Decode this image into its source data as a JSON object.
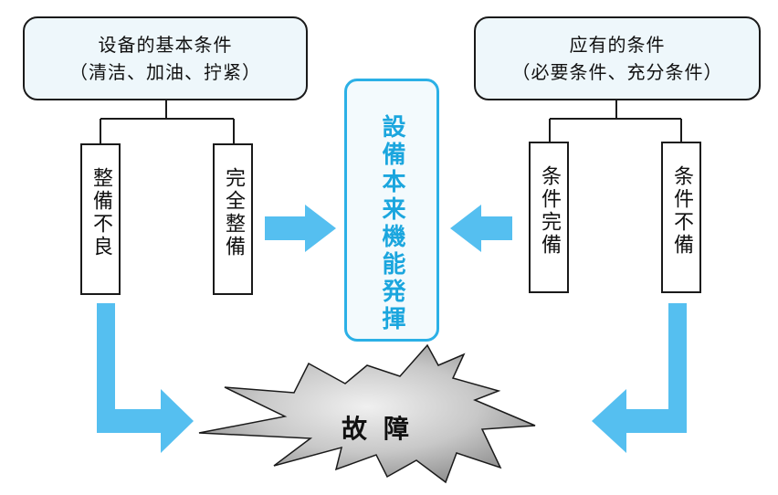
{
  "left_top": {
    "line1": "设备的基本条件",
    "line2": "（清洁、加油、拧紧）"
  },
  "right_top": {
    "line1": "应有的条件",
    "line2": "（必要条件、充分条件）"
  },
  "left_children": [
    "整備不良",
    "完全整備"
  ],
  "right_children": [
    "条件完備",
    "条件不備"
  ],
  "center": {
    "label": "設備本来機能発揮"
  },
  "fault": {
    "label": "故障"
  },
  "colors": {
    "arrow": "#55bff0",
    "center_border": "#2bb0e6",
    "center_text": "#1ba6de",
    "burst": "#b0b0b0",
    "top_fill": "#eef7fb"
  }
}
